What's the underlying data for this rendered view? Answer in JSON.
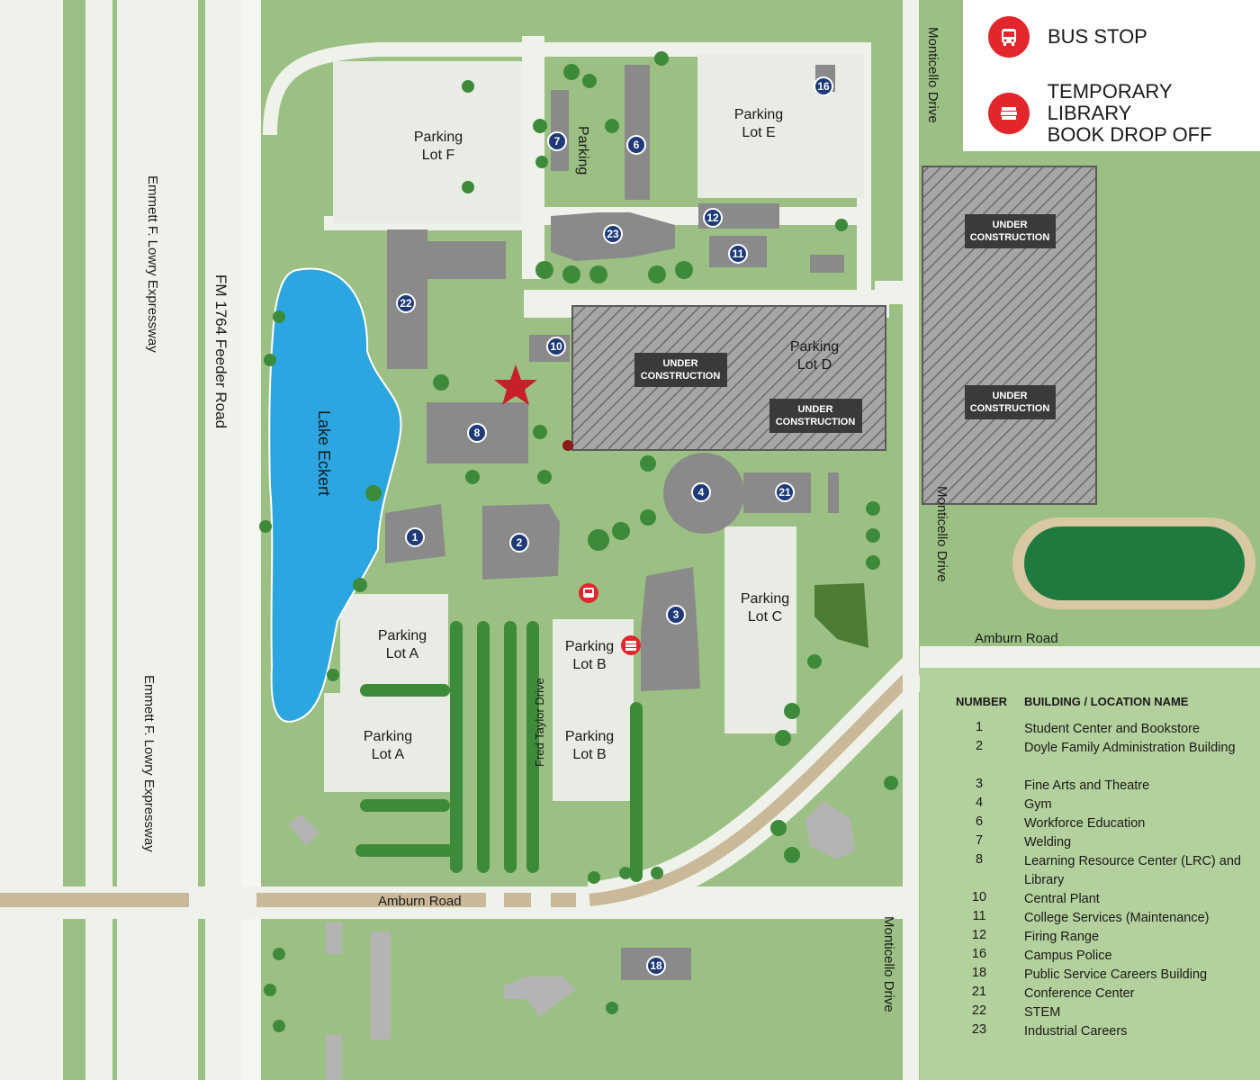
{
  "legend": {
    "bus_stop": {
      "label": "BUS STOP",
      "icon": "bus-icon",
      "color": "#e3262b"
    },
    "book_drop": {
      "label_line1": "TEMPORARY LIBRARY",
      "label_line2": "BOOK DROP OFF",
      "icon": "books-icon",
      "color": "#e3262b"
    }
  },
  "roads": {
    "expressway_1": "Emmett F. Lowry Expressway",
    "expressway_2": "Emmett F. Lowry Expressway",
    "feeder": "FM 1764 Feeder Road",
    "monticello_1": "Monticello Drive",
    "monticello_2": "Monticello Drive",
    "monticello_3": "Monticello Drive",
    "amburn_1": "Amburn Road",
    "amburn_2": "Amburn Road",
    "fred_taylor": "Fred Taylor Drive"
  },
  "water": {
    "lake": "Lake Eckert"
  },
  "parking": {
    "lot_f": [
      "Parking",
      "Lot F"
    ],
    "lot_e": [
      "Parking",
      "Lot E"
    ],
    "lot_d": [
      "Parking",
      "Lot D"
    ],
    "lot_c": [
      "Parking",
      "Lot C"
    ],
    "lot_a1": [
      "Parking",
      "Lot A"
    ],
    "lot_a2": [
      "Parking",
      "Lot A"
    ],
    "lot_b1": [
      "Parking",
      "Lot B"
    ],
    "lot_b2": [
      "Parking",
      "Lot B"
    ],
    "vertical": "Parking"
  },
  "construction": {
    "line1": "UNDER",
    "line2": "CONSTRUCTION"
  },
  "building_markers": {
    "b1": "1",
    "b2": "2",
    "b3": "3",
    "b4": "4",
    "b6": "6",
    "b7": "7",
    "b8": "8",
    "b10": "10",
    "b11": "11",
    "b12": "12",
    "b16": "16",
    "b18": "18",
    "b21": "21",
    "b22": "22",
    "b23": "23"
  },
  "directory": {
    "header_number": "NUMBER",
    "header_name": "BUILDING / LOCATION NAME",
    "rows": [
      {
        "n": "1",
        "name": "Student Center and Bookstore"
      },
      {
        "n": "2",
        "name": "Doyle Family Administration Building"
      },
      {
        "n": "3",
        "name": "Fine Arts and Theatre"
      },
      {
        "n": "4",
        "name": "Gym"
      },
      {
        "n": "6",
        "name": "Workforce Education"
      },
      {
        "n": "7",
        "name": "Welding"
      },
      {
        "n": "8",
        "name": "Learning Resource Center (LRC) and Library"
      },
      {
        "n": "10",
        "name": "Central Plant"
      },
      {
        "n": "11",
        "name": "College Services (Maintenance)"
      },
      {
        "n": "12",
        "name": "Firing Range"
      },
      {
        "n": "16",
        "name": "Campus Police"
      },
      {
        "n": "18",
        "name": "Public Service Careers Building"
      },
      {
        "n": "21",
        "name": "Conference Center"
      },
      {
        "n": "22",
        "name": "STEM"
      },
      {
        "n": "23",
        "name": "Industrial Careers"
      }
    ]
  },
  "colors": {
    "grass": "#9cc083",
    "road": "#eef2ea",
    "lot": "#e8ece4",
    "building": "#8a8a8a",
    "lake": "#2ba6e1",
    "marker": "#1f3a78",
    "tree": "#3d8a3a",
    "accent_red": "#e3262b",
    "track_field": "#1f7a3f"
  }
}
